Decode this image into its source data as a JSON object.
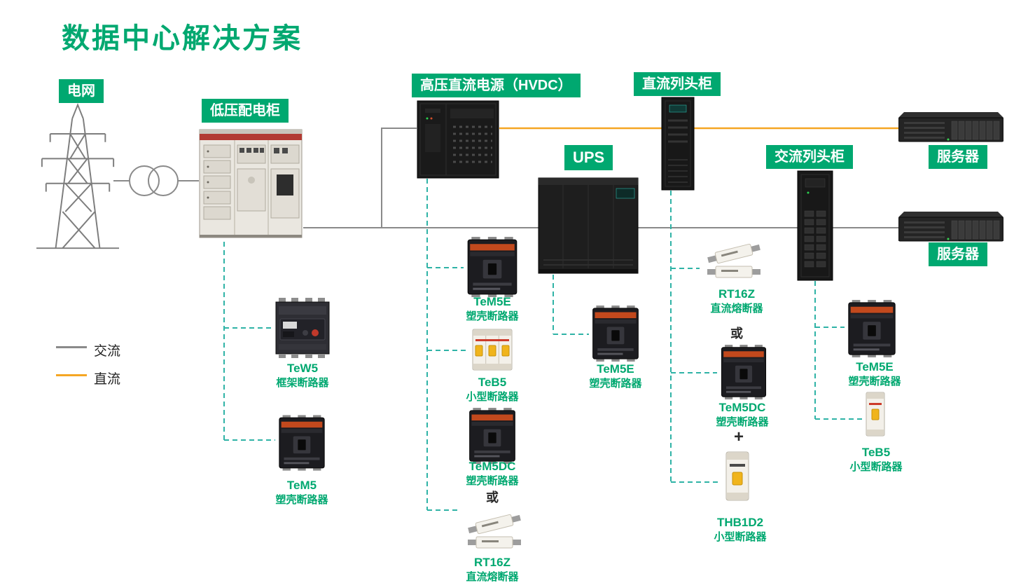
{
  "title": "数据中心解决方案",
  "legend": {
    "ac": "交流",
    "dc": "直流"
  },
  "nodes": {
    "grid": {
      "label": "电网"
    },
    "lv_cabinet": {
      "label": "低压配电柜"
    },
    "hvdc": {
      "label": "高压直流电源（HVDC）"
    },
    "dc_row": {
      "label": "直流列头柜"
    },
    "ups": {
      "label": "UPS"
    },
    "ac_row": {
      "label": "交流列头柜"
    },
    "server_top": {
      "label": "服务器"
    },
    "server_bottom": {
      "label": "服务器"
    }
  },
  "products": {
    "tew5": {
      "name": "TeW5",
      "type": "框架断路器"
    },
    "tem5": {
      "name": "TeM5",
      "type": "塑壳断路器"
    },
    "tem5e_hvdc": {
      "name": "TeM5E",
      "type": "塑壳断路器"
    },
    "teb5_hvdc": {
      "name": "TeB5",
      "type": "小型断路器"
    },
    "tem5dc_hvdc": {
      "name": "TeM5DC",
      "type": "塑壳断路器"
    },
    "rt16z_hvdc": {
      "name": "RT16Z",
      "type": "直流熔断器"
    },
    "tem5e_ups": {
      "name": "TeM5E",
      "type": "塑壳断路器"
    },
    "rt16z_dcrow": {
      "name": "RT16Z",
      "type": "直流熔断器"
    },
    "tem5dc_dcrow": {
      "name": "TeM5DC",
      "type": "塑壳断路器"
    },
    "thb1d2": {
      "name": "THB1D2",
      "type": "小型断路器"
    },
    "tem5e_acrow": {
      "name": "TeM5E",
      "type": "塑壳断路器"
    },
    "teb5_acrow": {
      "name": "TeB5",
      "type": "小型断路器"
    }
  },
  "operators": {
    "or1": "或",
    "or2": "或",
    "plus": "+"
  },
  "colors": {
    "brand_green": "#00A870",
    "ac_line": "#8A8A8A",
    "dc_line": "#F5A623",
    "callout": "#2FB3A6"
  }
}
